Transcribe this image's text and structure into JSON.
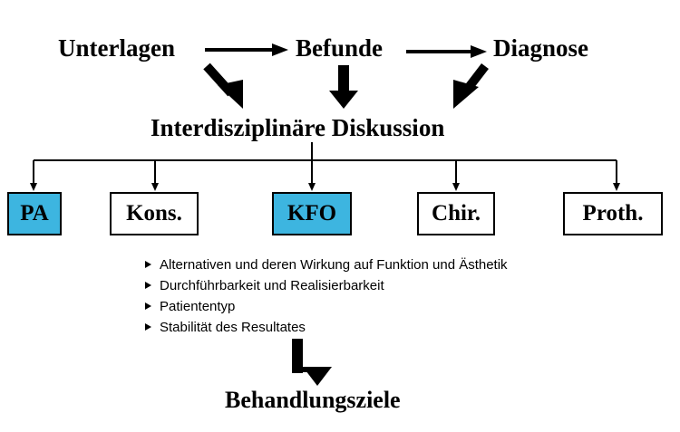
{
  "top_flow": {
    "unterlagen": "Unterlagen",
    "befunde": "Befunde",
    "diagnose": "Diagnose"
  },
  "diskussion": "Interdisziplinäre Diskussion",
  "disciplines": [
    {
      "label": "PA",
      "highlight_color": "#3db5e0"
    },
    {
      "label": "Kons."
    },
    {
      "label": "KFO",
      "highlight_color": "#3db5e0"
    },
    {
      "label": "Chir."
    },
    {
      "label": "Proth."
    }
  ],
  "criteria": [
    "Alternativen und deren Wirkung auf Funktion und Ästhetik",
    "Durchführbarkeit und Realisierbarkeit",
    "Patiententyp",
    "Stabilität des Resultates"
  ],
  "result": "Behandlungsziele"
}
